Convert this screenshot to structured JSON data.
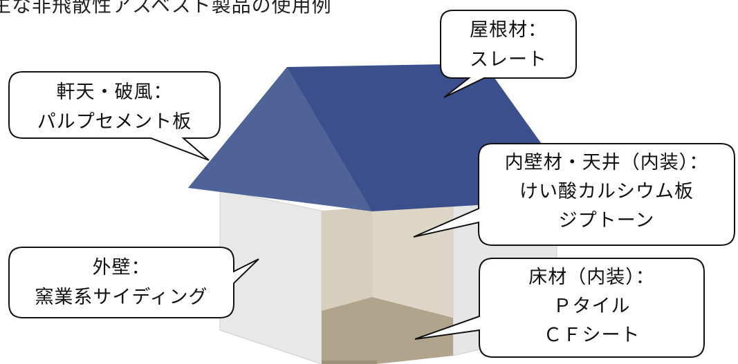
{
  "title": "主な非飛散性アスベスト製品の使用例",
  "callouts": {
    "roof": {
      "line1": "屋根材：",
      "line2": "スレート"
    },
    "eaves": {
      "line1": "軒天・破風：",
      "line2": "パルプセメント板"
    },
    "interior": {
      "line1": "内壁材・天井（内装）：",
      "line2": "けい酸カルシウム板",
      "line3": "ジプトーン"
    },
    "exterior": {
      "line1": "外壁：",
      "line2": "窯業系サイディング"
    },
    "floor": {
      "line1": "床材（内装）：",
      "line2": "Ｐタイル",
      "line3": "ＣＦシート"
    }
  },
  "colors": {
    "roof_front": "#3a4f8c",
    "roof_side": "#4a5e96",
    "wall_exterior": "#e8e8e8",
    "wall_interior": "#d6cfbd",
    "floor_interior": "#b1a48d",
    "callout_border": "#111111"
  }
}
